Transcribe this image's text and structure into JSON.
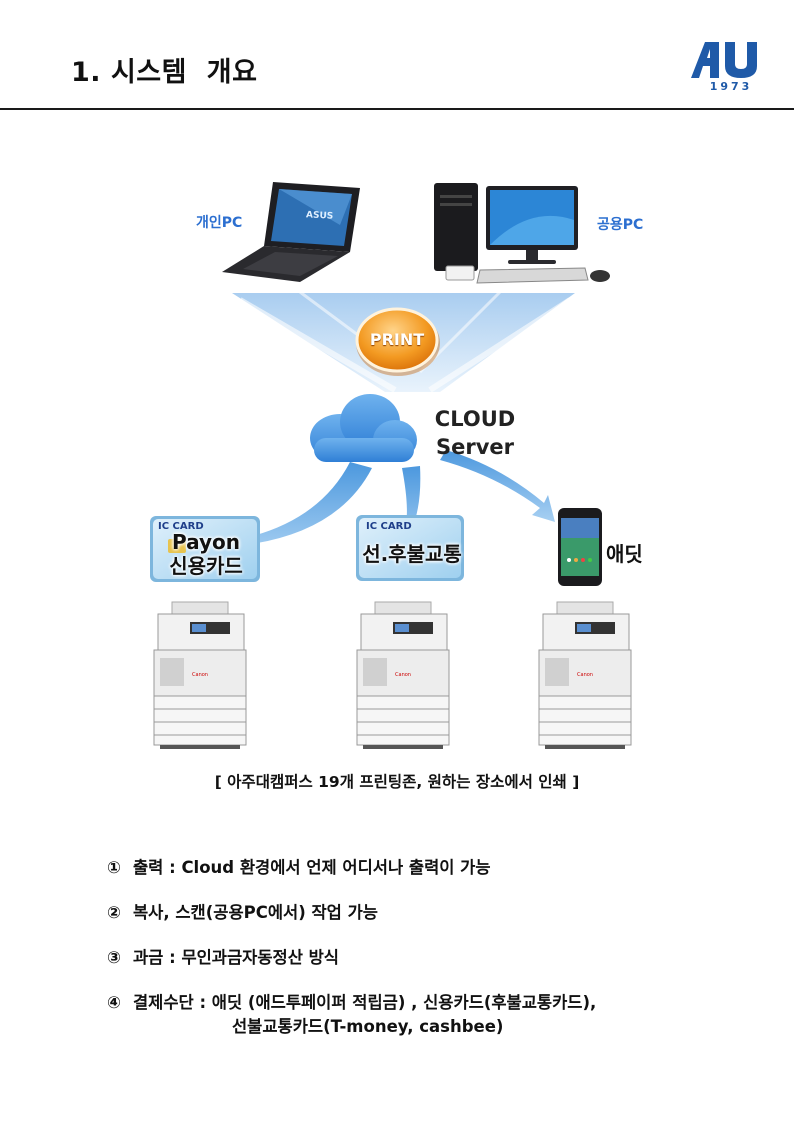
{
  "header": {
    "title": "1. 시스템  개요",
    "logo_text": "AU",
    "logo_year": "1973"
  },
  "diagram": {
    "personal_pc_label": "개인PC",
    "public_pc_label": "공용PC",
    "print_badge": "PRINT",
    "cloud_line1": "CLOUD",
    "cloud_line2": "Server",
    "laptop_brand": "ASUS",
    "card1_tag": "IC CARD",
    "card1_line1": "Payon",
    "card1_line2": "신용카드",
    "card2_tag": "IC CARD",
    "card2_label": "선.후불교통",
    "app_label": "애딧",
    "printer_brand": "Canon",
    "colors": {
      "accent_blue": "#2c6fd0",
      "print_orange": "#f08a1c",
      "cloud_blue": "#3d8fe0",
      "logo_blue": "#1f5aa8"
    }
  },
  "caption": "[ 아주대캠퍼스 19개 프린팅존, 원하는 장소에서 인쇄 ]",
  "items": [
    {
      "num": "①",
      "text": "출력 : Cloud 환경에서 언제 어디서나 출력이 가능"
    },
    {
      "num": "②",
      "text": "복사, 스캔(공용PC에서) 작업 가능"
    },
    {
      "num": "③",
      "text": "과금 : 무인과금자동정산 방식"
    },
    {
      "num": "④",
      "text": "결제수단 :  애딧 (애드투페이퍼 적립금) , 신용카드(후불교통카드),",
      "cont": "선불교통카드(T-money, cashbee)"
    }
  ]
}
